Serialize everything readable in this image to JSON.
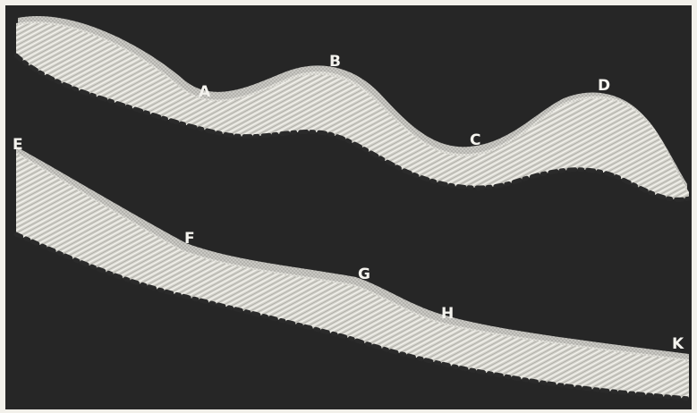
{
  "colors": {
    "paper": "#f2f0ea",
    "background": "#262626",
    "band_fill": "#d9d8d2",
    "band_light": "#f7f6f1",
    "band_shadow": "#8e8d88"
  },
  "labels": {
    "A": "A",
    "B": "B",
    "C": "C",
    "D": "D",
    "E": "E",
    "F": "F",
    "G": "G",
    "H": "H",
    "K": "K"
  }
}
